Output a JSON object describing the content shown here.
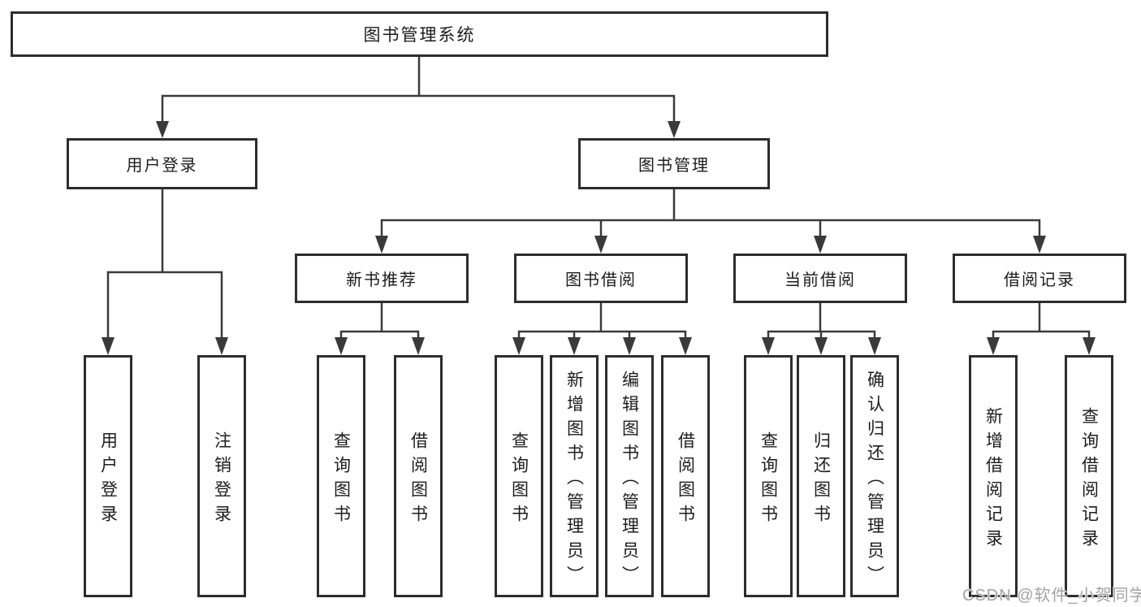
{
  "diagram": {
    "root": {
      "label": "图书管理系统"
    },
    "branches": [
      {
        "label": "用户登录",
        "children": [
          "用户登录",
          "注销登录"
        ]
      },
      {
        "label": "图书管理",
        "sections": [
          {
            "label": "新书推荐",
            "children": [
              "查询图书",
              "借阅图书"
            ]
          },
          {
            "label": "图书借阅",
            "children": [
              "查询图书",
              "新增图书（管理员）",
              "编辑图书（管理员）",
              "借阅图书"
            ]
          },
          {
            "label": "当前借阅",
            "children": [
              "查询图书",
              "归还图书",
              "确认归还（管理员）"
            ]
          },
          {
            "label": "借阅记录",
            "children": [
              "新增借阅记录",
              "查询借阅记录"
            ]
          }
        ]
      }
    ],
    "colors": {
      "line": "#3a3a3a",
      "box_border": "#2d2d2d",
      "text": "#1c1c1c",
      "background": "#ffffff",
      "watermark": "#a3a3a3"
    }
  },
  "watermark": {
    "text": "CSDN @软件_小贺同学"
  }
}
